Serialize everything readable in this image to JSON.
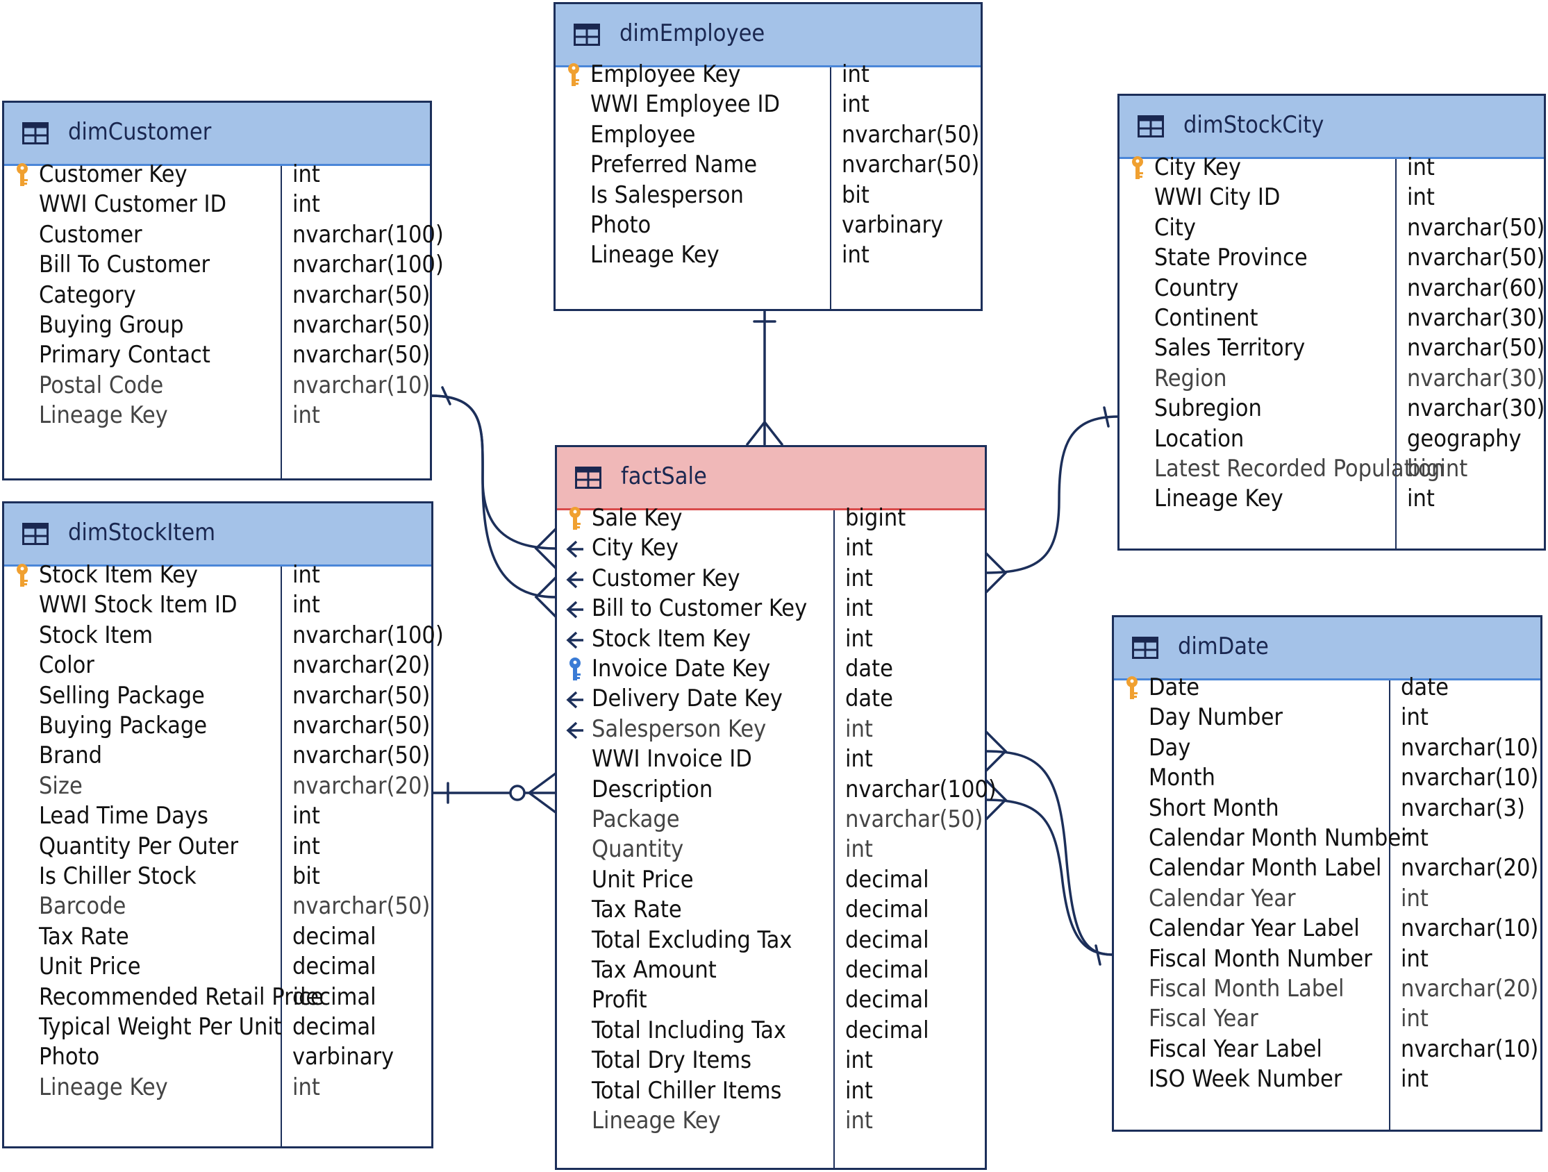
{
  "tables": {
    "dimEmployee": {
      "title": "dimEmployee",
      "fields": [
        {
          "name": "Employee Key",
          "type": "int",
          "key": "pk"
        },
        {
          "name": "WWI Employee ID",
          "type": "int",
          "key": ""
        },
        {
          "name": "Employee",
          "type": "nvarchar(50)",
          "key": ""
        },
        {
          "name": "Preferred Name",
          "type": "nvarchar(50)",
          "key": ""
        },
        {
          "name": "Is Salesperson",
          "type": "bit",
          "key": ""
        },
        {
          "name": "Photo",
          "type": "varbinary",
          "key": ""
        },
        {
          "name": "Lineage Key",
          "type": "int",
          "key": ""
        }
      ]
    },
    "dimCustomer": {
      "title": "dimCustomer",
      "fields": [
        {
          "name": "Customer Key",
          "type": "int",
          "key": "pk"
        },
        {
          "name": "WWI Customer ID",
          "type": "int",
          "key": ""
        },
        {
          "name": "Customer",
          "type": "nvarchar(100)",
          "key": ""
        },
        {
          "name": "Bill To Customer",
          "type": "nvarchar(100)",
          "key": ""
        },
        {
          "name": "Category",
          "type": "nvarchar(50)",
          "key": ""
        },
        {
          "name": "Buying Group",
          "type": "nvarchar(50)",
          "key": ""
        },
        {
          "name": "Primary Contact",
          "type": "nvarchar(50)",
          "key": ""
        },
        {
          "name": "Postal Code",
          "type": "nvarchar(10)",
          "key": ""
        },
        {
          "name": "Lineage Key",
          "type": "int",
          "key": ""
        }
      ]
    },
    "dimStockCity": {
      "title": "dimStockCity",
      "fields": [
        {
          "name": "City Key",
          "type": "int",
          "key": "pk"
        },
        {
          "name": "WWI City ID",
          "type": "int",
          "key": ""
        },
        {
          "name": "City",
          "type": "nvarchar(50)",
          "key": ""
        },
        {
          "name": "State Province",
          "type": "nvarchar(50)",
          "key": ""
        },
        {
          "name": "Country",
          "type": "nvarchar(60)",
          "key": ""
        },
        {
          "name": "Continent",
          "type": "nvarchar(30)",
          "key": ""
        },
        {
          "name": "Sales Territory",
          "type": "nvarchar(50)",
          "key": ""
        },
        {
          "name": "Region",
          "type": "nvarchar(30)",
          "key": ""
        },
        {
          "name": "Subregion",
          "type": "nvarchar(30)",
          "key": ""
        },
        {
          "name": "Location",
          "type": "geography",
          "key": ""
        },
        {
          "name": "Latest Recorded Population",
          "type": "bigint",
          "key": ""
        },
        {
          "name": "Lineage Key",
          "type": "int",
          "key": ""
        }
      ]
    },
    "factSale": {
      "title": "factSale",
      "fields": [
        {
          "name": "Sale Key",
          "type": "bigint",
          "key": "pk"
        },
        {
          "name": "City Key",
          "type": "int",
          "key": "fk"
        },
        {
          "name": "Customer Key",
          "type": "int",
          "key": "fk"
        },
        {
          "name": "Bill to Customer Key",
          "type": "int",
          "key": "fk"
        },
        {
          "name": "Stock Item Key",
          "type": "int",
          "key": "fk"
        },
        {
          "name": "Invoice Date Key",
          "type": "date",
          "key": "pk-blue"
        },
        {
          "name": "Delivery Date Key",
          "type": "date",
          "key": "fk"
        },
        {
          "name": "Salesperson Key",
          "type": "int",
          "key": "fk"
        },
        {
          "name": "WWI Invoice ID",
          "type": "int",
          "key": ""
        },
        {
          "name": "Description",
          "type": "nvarchar(100)",
          "key": ""
        },
        {
          "name": "Package",
          "type": "nvarchar(50)",
          "key": ""
        },
        {
          "name": "Quantity",
          "type": "int",
          "key": ""
        },
        {
          "name": "Unit Price",
          "type": "decimal",
          "key": ""
        },
        {
          "name": "Tax Rate",
          "type": "decimal",
          "key": ""
        },
        {
          "name": "Total Excluding Tax",
          "type": "decimal",
          "key": ""
        },
        {
          "name": "Tax Amount",
          "type": "decimal",
          "key": ""
        },
        {
          "name": "Profit",
          "type": "decimal",
          "key": ""
        },
        {
          "name": "Total Including Tax",
          "type": "decimal",
          "key": ""
        },
        {
          "name": "Total Dry Items",
          "type": "int",
          "key": ""
        },
        {
          "name": "Total Chiller Items",
          "type": "int",
          "key": ""
        },
        {
          "name": "Lineage Key",
          "type": "int",
          "key": ""
        }
      ]
    },
    "dimStockItem": {
      "title": "dimStockItem",
      "fields": [
        {
          "name": "Stock Item Key",
          "type": "int",
          "key": "pk"
        },
        {
          "name": "WWI Stock Item ID",
          "type": "int",
          "key": ""
        },
        {
          "name": "Stock Item",
          "type": "nvarchar(100)",
          "key": ""
        },
        {
          "name": "Color",
          "type": "nvarchar(20)",
          "key": ""
        },
        {
          "name": "Selling Package",
          "type": "nvarchar(50)",
          "key": ""
        },
        {
          "name": "Buying Package",
          "type": "nvarchar(50)",
          "key": ""
        },
        {
          "name": "Brand",
          "type": "nvarchar(50)",
          "key": ""
        },
        {
          "name": "Size",
          "type": "nvarchar(20)",
          "key": ""
        },
        {
          "name": "Lead Time Days",
          "type": "int",
          "key": ""
        },
        {
          "name": "Quantity Per Outer",
          "type": "int",
          "key": ""
        },
        {
          "name": "Is Chiller Stock",
          "type": "bit",
          "key": ""
        },
        {
          "name": "Barcode",
          "type": "nvarchar(50)",
          "key": ""
        },
        {
          "name": "Tax Rate",
          "type": "decimal",
          "key": ""
        },
        {
          "name": "Unit Price",
          "type": "decimal",
          "key": ""
        },
        {
          "name": "Recommended Retail Price",
          "type": "decimal",
          "key": ""
        },
        {
          "name": "Typical Weight Per Unit",
          "type": "decimal",
          "key": ""
        },
        {
          "name": "Photo",
          "type": "varbinary",
          "key": ""
        },
        {
          "name": "Lineage Key",
          "type": "int",
          "key": ""
        }
      ]
    },
    "dimDate": {
      "title": "dimDate",
      "fields": [
        {
          "name": "Date",
          "type": "date",
          "key": "pk"
        },
        {
          "name": "Day Number",
          "type": "int",
          "key": ""
        },
        {
          "name": "Day",
          "type": "nvarchar(10)",
          "key": ""
        },
        {
          "name": "Month",
          "type": "nvarchar(10)",
          "key": ""
        },
        {
          "name": "Short Month",
          "type": "nvarchar(3)",
          "key": ""
        },
        {
          "name": "Calendar Month Number",
          "type": "int",
          "key": ""
        },
        {
          "name": "Calendar Month Label",
          "type": "nvarchar(20)",
          "key": ""
        },
        {
          "name": "Calendar Year",
          "type": "int",
          "key": ""
        },
        {
          "name": "Calendar Year Label",
          "type": "nvarchar(10)",
          "key": ""
        },
        {
          "name": "Fiscal Month Number",
          "type": "int",
          "key": ""
        },
        {
          "name": "Fiscal Month Label",
          "type": "nvarchar(20)",
          "key": ""
        },
        {
          "name": "Fiscal Year",
          "type": "int",
          "key": ""
        },
        {
          "name": "Fiscal Year Label",
          "type": "nvarchar(10)",
          "key": ""
        },
        {
          "name": "ISO Week Number",
          "type": "int",
          "key": ""
        }
      ]
    }
  },
  "colors": {
    "dim_header": "#a4c2e8",
    "fact_header": "#f0b8b8",
    "border": "#1c2f5a",
    "pk_key": "#f0a030",
    "blue_key": "#3a7bd5",
    "connector": "#1c2f5a"
  }
}
